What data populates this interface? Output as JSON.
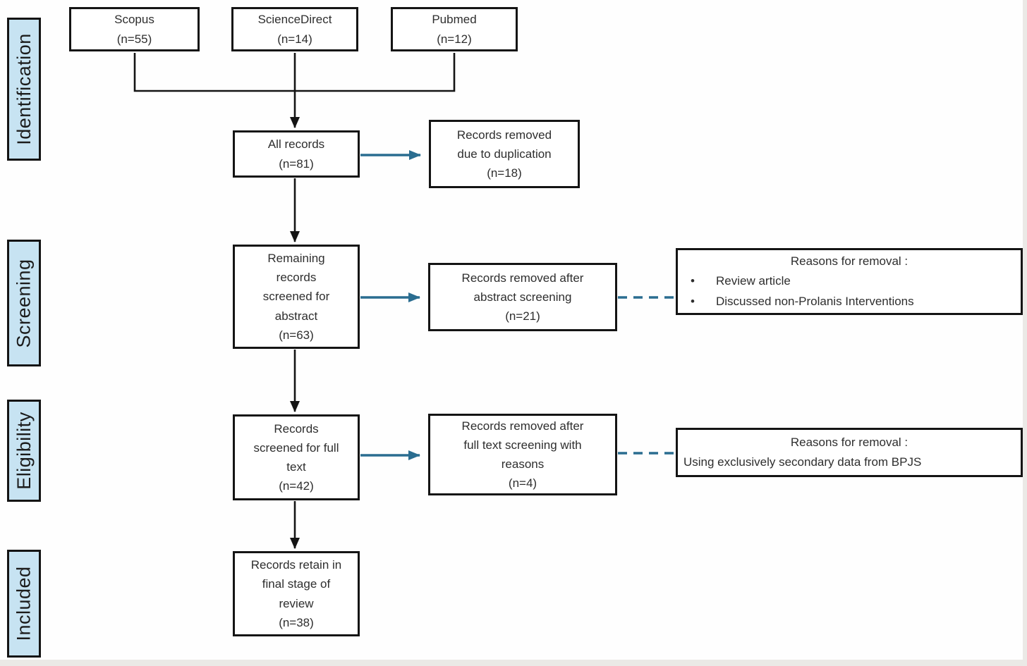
{
  "diagram_type": "prisma-flowchart",
  "colors": {
    "stage_fill": "#c7e3f2",
    "box_border": "#141414",
    "black_arrow": "#141414",
    "blue_arrow": "#2a6d90",
    "text": "#2e2e2e"
  },
  "stages": [
    {
      "label": "Identification"
    },
    {
      "label": "Screening"
    },
    {
      "label": "Eligibility"
    },
    {
      "label": "Included"
    }
  ],
  "sources": [
    {
      "lines": [
        "Scopus",
        "(n=55)"
      ]
    },
    {
      "lines": [
        "ScienceDirect",
        "(n=14)"
      ]
    },
    {
      "lines": [
        "Pubmed",
        "(n=12)"
      ]
    }
  ],
  "boxes": {
    "all_records": {
      "lines": [
        "All records",
        "(n=81)"
      ]
    },
    "duplication_removed": {
      "lines": [
        "Records removed",
        "due to duplication",
        "(n=18)"
      ]
    },
    "abstract_screened": {
      "lines": [
        "Remaining",
        "records",
        "screened for",
        "abstract",
        "(n=63)"
      ]
    },
    "abstract_removed": {
      "lines": [
        "Records removed after",
        "abstract screening",
        "(n=21)"
      ]
    },
    "fulltext_screened": {
      "lines": [
        "Records",
        "screened for full",
        "text",
        "(n=42)"
      ]
    },
    "fulltext_removed": {
      "lines": [
        "Records removed after",
        "full text screening with",
        "reasons",
        "(n=4)"
      ]
    },
    "included_records": {
      "lines": [
        "Records retain in",
        "final stage of",
        "review",
        "(n=38)"
      ]
    }
  },
  "reasons_abstract": {
    "title": "Reasons for removal :",
    "bullet_glyph": "•",
    "bullets": [
      "Review article",
      "Discussed non-Prolanis Interventions"
    ]
  },
  "reasons_fulltext": {
    "title": "Reasons for removal :",
    "body": "Using exclusively secondary data from BPJS"
  }
}
